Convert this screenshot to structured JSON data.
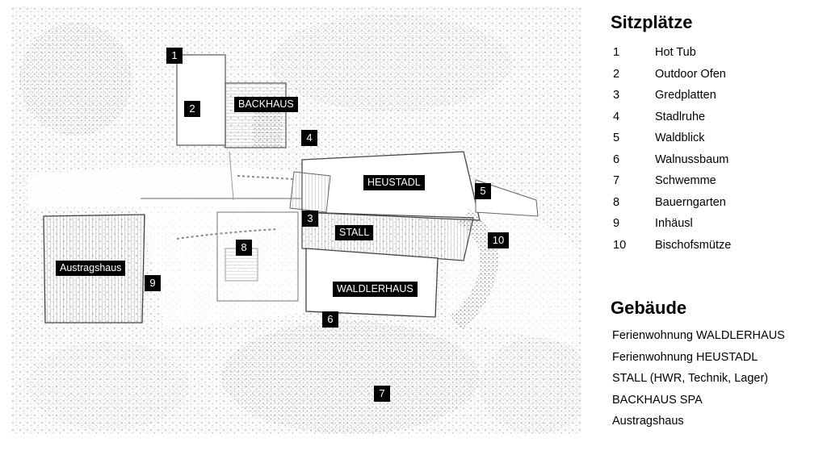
{
  "legend": {
    "seating_title": "Sitzplätze",
    "seating": [
      {
        "num": "1",
        "label": "Hot Tub"
      },
      {
        "num": "2",
        "label": "Outdoor Ofen"
      },
      {
        "num": "3",
        "label": "Gredplatten"
      },
      {
        "num": "4",
        "label": "Stadlruhe"
      },
      {
        "num": "5",
        "label": "Waldblick"
      },
      {
        "num": "6",
        "label": "Walnussbaum"
      },
      {
        "num": "7",
        "label": "Schwemme"
      },
      {
        "num": "8",
        "label": "Bauerngarten"
      },
      {
        "num": "9",
        "label": "Inhäusl"
      },
      {
        "num": "10",
        "label": "Bischofsmütze"
      }
    ],
    "buildings_title": "Gebäude",
    "buildings": [
      "Ferienwohnung WALDLERHAUS",
      "Ferienwohnung HEUSTADL",
      "STALL (HWR, Technik, Lager)",
      "BACKHAUS SPA",
      "Austragshaus"
    ]
  },
  "map": {
    "building_labels": [
      "BACKHAUS",
      "HEUSTADL",
      "STALL",
      "WALDLERHAUS",
      "Austragshaus"
    ],
    "pins": [
      "1",
      "2",
      "3",
      "4",
      "5",
      "6",
      "7",
      "8",
      "9",
      "10"
    ]
  }
}
